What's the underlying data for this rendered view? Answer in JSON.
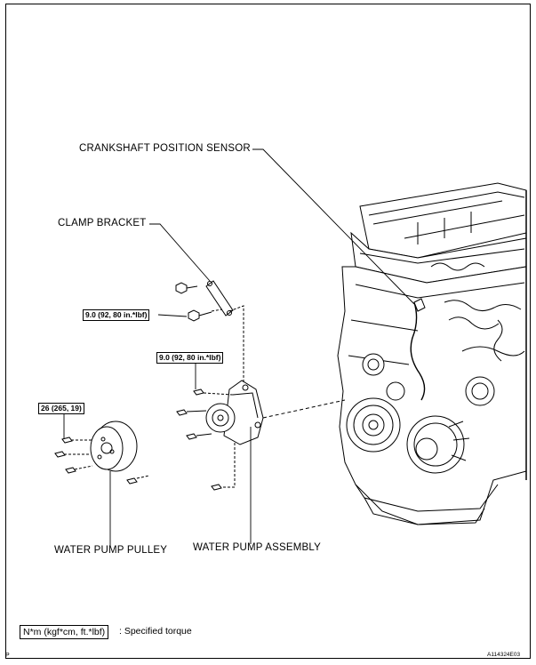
{
  "labels": {
    "crankshaft_sensor": "CRANKSHAFT POSITION SENSOR",
    "clamp_bracket": "CLAMP BRACKET",
    "water_pump_pulley": "WATER PUMP PULLEY",
    "water_pump_assembly": "WATER PUMP ASSEMBLY"
  },
  "torque": {
    "clamp": "9.0 (92, 80 in.*lbf)",
    "pump": "9.0 (92, 80 in.*lbf)",
    "pulley": "26 (265, 19)"
  },
  "legend": {
    "unit": "N*m (kgf*cm, ft.*lbf)",
    "desc": ": Specified torque"
  },
  "footer": {
    "corner": "P",
    "code": "A114324E03"
  }
}
